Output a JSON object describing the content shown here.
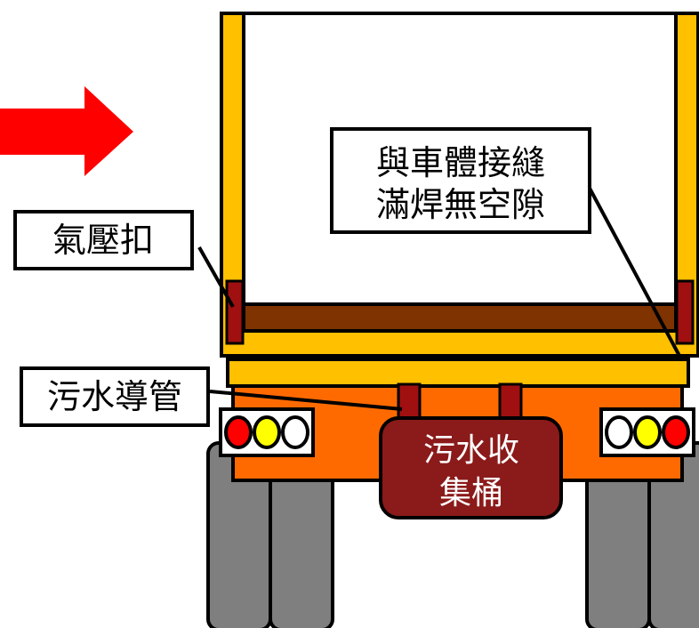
{
  "labels": {
    "air_clamp": "氣壓扣",
    "sewage_pipe": "污水導管",
    "weld_line1": "與車體接縫",
    "weld_line2": "滿焊無空隙",
    "tank_line1": "污水收",
    "tank_line2": "集桶"
  },
  "colors": {
    "arrow": "#ff0000",
    "frame": "#ffc000",
    "floor": "#7f3300",
    "underbody": "#ff6a00",
    "tank": "#8b1a1a",
    "tire": "#7f7f7f",
    "light_red": "#ff0000",
    "light_yellow": "#ffff00",
    "outline": "#000000"
  },
  "icons": {
    "pointer": "right-arrow-icon"
  }
}
